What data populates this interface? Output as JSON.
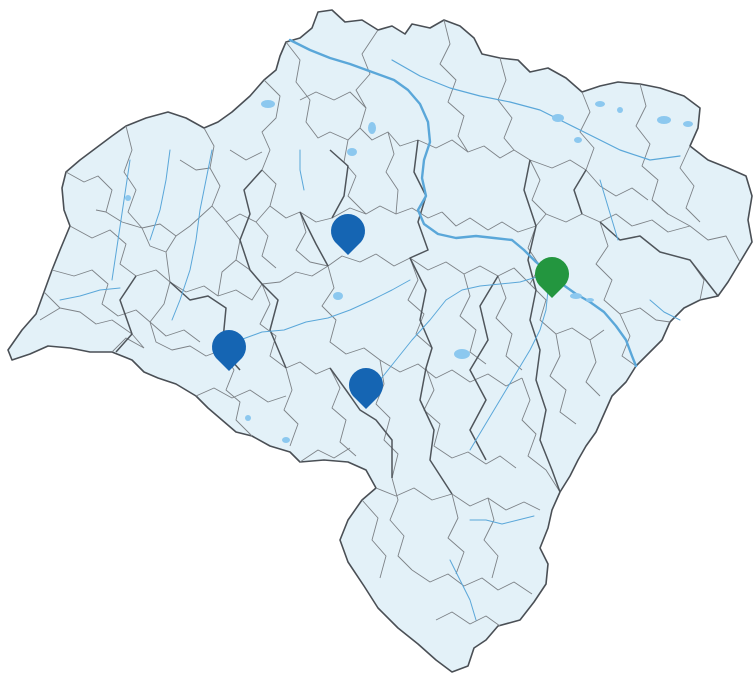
{
  "map": {
    "region_fill": "#e3f1f8",
    "border_color": "#4a4f55",
    "inner_border_color": "#7d8287",
    "river_color": "#5aa7d9",
    "lake_color": "#8cc8ef",
    "markers": [
      {
        "id": "marker-north",
        "color": "#1565b3",
        "icon": "map-pin-icon"
      },
      {
        "id": "marker-west",
        "color": "#1565b3",
        "icon": "map-pin-icon"
      },
      {
        "id": "marker-south",
        "color": "#1565b3",
        "icon": "map-pin-icon"
      },
      {
        "id": "marker-east",
        "color": "#23963f",
        "icon": "map-pin-icon"
      }
    ]
  }
}
